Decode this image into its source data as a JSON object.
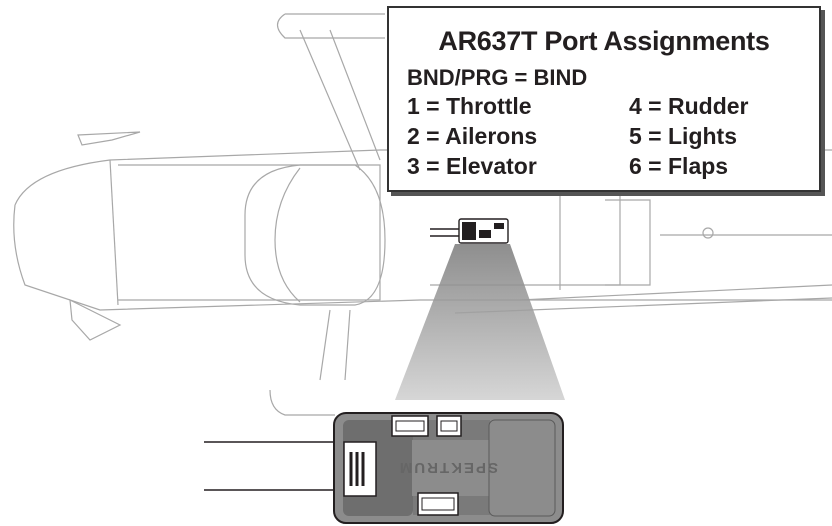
{
  "callout": {
    "title": "AR637T Port Assignments",
    "bind_line": "BND/PRG = BIND",
    "ports": [
      "1 = Throttle",
      "2 = Ailerons",
      "3 = Elevator",
      "4 = Rudder",
      "5 = Lights",
      "6 = Flaps"
    ]
  },
  "receiver": {
    "brand": "SPEKTRUM"
  },
  "colors": {
    "outline": "#9a9a9a",
    "receiver_body": "#8c8c8c",
    "receiver_panel": "#6e6e6e",
    "dark": "#231f20"
  }
}
